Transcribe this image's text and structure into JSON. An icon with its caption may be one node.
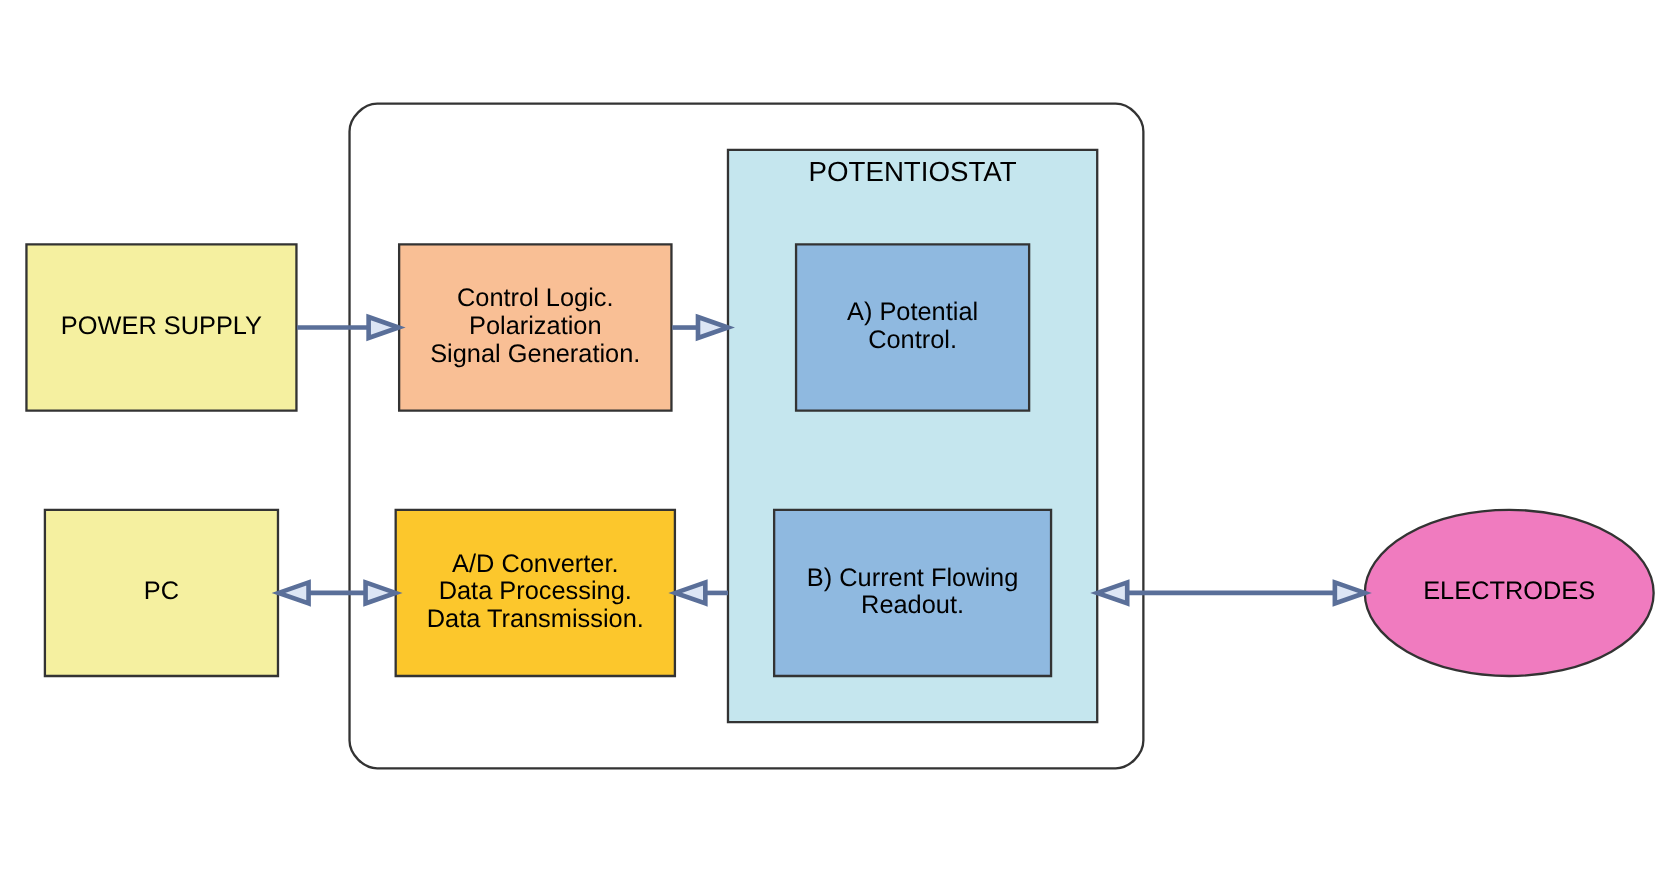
{
  "diagram": {
    "nodes": [
      {
        "text": [
          "POWER SUPPLY"
        ]
      },
      {
        "text": [
          "PC"
        ]
      },
      {
        "text": [],
        "shape": "box"
      },
      {
        "text": [
          "Control Logic. Polarization Signal Generation."
        ],
        "in": 2
      },
      {
        "text": [
          "A/D Converter. Data Processing. Data Transmission."
        ],
        "in": 2
      },
      {
        "text": [
          "POTENTIOSTAT"
        ],
        "in": 2
      },
      {
        "text": [
          "A) Potential Control."
        ],
        "in": 5
      },
      {
        "text": [
          "B) Current Flowing Readout."
        ],
        "in": 5
      },
      {
        "text": [
          "ELECTRODES"
        ]
      }
    ],
    "edges": [
      {
        "from": 0,
        "to": 3,
        "arrow": "to"
      },
      {
        "from": 3,
        "to": 5,
        "arrow": "to"
      },
      {
        "from": 5,
        "to": 4,
        "arrow": "to"
      },
      {
        "from": 1,
        "to": 4,
        "arrow": "both"
      },
      {
        "from": 5,
        "to": 8,
        "arrow": "both"
      }
    ]
  }
}
